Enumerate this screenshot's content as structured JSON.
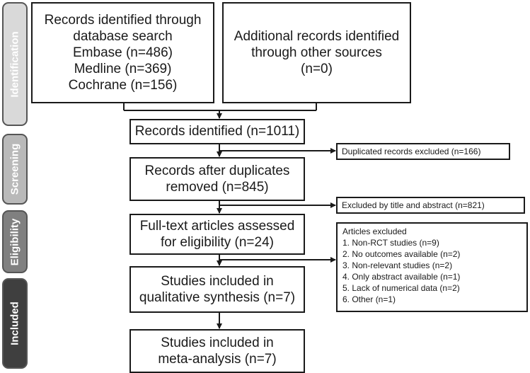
{
  "phases": {
    "identification": "Identification",
    "screening": "Screening",
    "eligibility": "Eligibility",
    "included": "Included"
  },
  "boxes": {
    "database_search": "Records identified through\ndatabase search\nEmbase (n=486)\nMedline (n=369)\nCochrane (n=156)",
    "other_sources": "Additional records identified\nthrough other sources\n(n=0)",
    "records_identified": "Records identified (n=1011)",
    "after_duplicates": "Records after duplicates\nremoved (n=845)",
    "full_text": "Full-text articles assessed\nfor eligibility (n=24)",
    "qualitative": "Studies included in\nqualitative synthesis (n=7)",
    "meta_analysis": "Studies included in\nmeta-analysis (n=7)"
  },
  "exclusions": {
    "duplicates": "Duplicated records excluded (n=166)",
    "title_abstract": "Excluded by title and abstract (n=821)",
    "articles_title": "Articles excluded",
    "articles": [
      "1.  Non-RCT studies (n=9)",
      "2.  No outcomes available (n=2)",
      "3.  Non-relevant studies (n=2)",
      "4.  Only abstract available (n=1)",
      "5.  Lack of numerical data (n=2)",
      "6.  Other (n=1)"
    ]
  }
}
